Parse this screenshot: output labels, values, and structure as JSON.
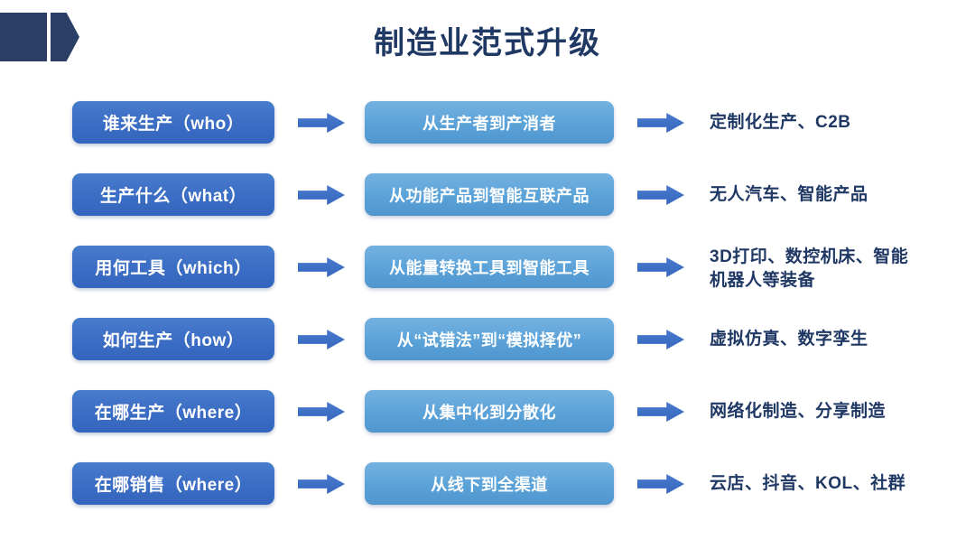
{
  "header": {
    "title": "制造业范式升级",
    "decoration": "navy-chevron-banner",
    "title_color": "#1f3864"
  },
  "theme": {
    "primary_pill": "#3b6ec4",
    "secondary_pill": "#5ba2d8",
    "arrow": "#3f72c6",
    "result_text": "#1f3864",
    "background": "#ffffff"
  },
  "rows": [
    {
      "question": "谁来生产（who）",
      "shift": "从生产者到产消者",
      "result": [
        "定制化生产、C2B"
      ]
    },
    {
      "question": "生产什么（what）",
      "shift": "从功能产品到智能互联产品",
      "result": [
        "无人汽车、智能产品"
      ]
    },
    {
      "question": "用何工具（which）",
      "shift": "从能量转换工具到智能工具",
      "result": [
        "3D打印、数控机床、智能",
        "机器人等装备"
      ]
    },
    {
      "question": "如何生产（how）",
      "shift": "从“试错法”到“模拟择优”",
      "result": [
        "虚拟仿真、数字孪生"
      ]
    },
    {
      "question": "在哪生产（where）",
      "shift": "从集中化到分散化",
      "result": [
        "网络化制造、分享制造"
      ]
    },
    {
      "question": "在哪销售（where）",
      "shift": "从线下到全渠道",
      "result": [
        "云店、抖音、KOL、社群"
      ]
    }
  ]
}
